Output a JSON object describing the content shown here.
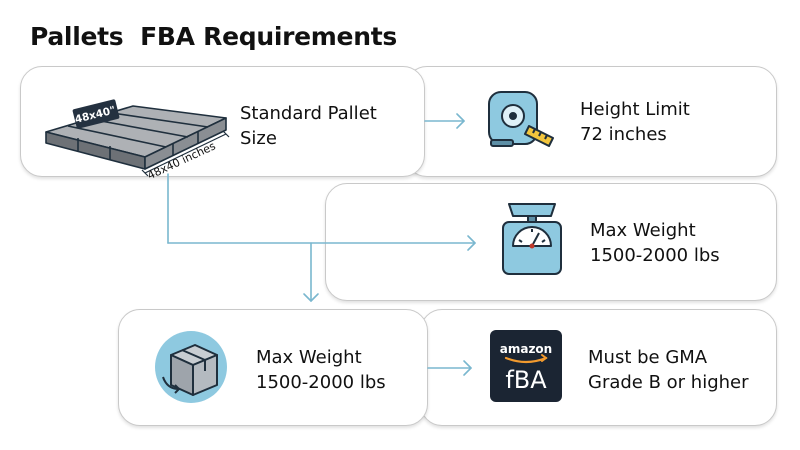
{
  "title": "Pallets  FBA Requirements",
  "steps": [
    {
      "line1": "Standard Pallet",
      "line2": "Size",
      "icon": "pallet-icon",
      "pallet_top_label": "48x40\"",
      "pallet_side_label": "48x40 inches"
    },
    {
      "line1": "Height Limit",
      "line2": "72 inches",
      "icon": "tape-measure-icon"
    },
    {
      "line1": "Max Weight",
      "line2": "1500-2000 lbs",
      "icon": "scale-icon"
    },
    {
      "line1": "Max Weight",
      "line2": "1500-2000 lbs",
      "icon": "box-icon"
    },
    {
      "line1": "Must be GMA",
      "line2": "Grade B or higher",
      "icon": "amazon-fba-logo",
      "logo_top": "amazon",
      "logo_main": "fBA"
    }
  ],
  "colors": {
    "accent": "#7ab7cf",
    "icon_fill": "#8ec9e0",
    "icon_stroke": "#1f2f3d",
    "card_border": "#c9c9c9",
    "logo_bg": "#1b2533",
    "logo_smile": "#f29a2e"
  }
}
